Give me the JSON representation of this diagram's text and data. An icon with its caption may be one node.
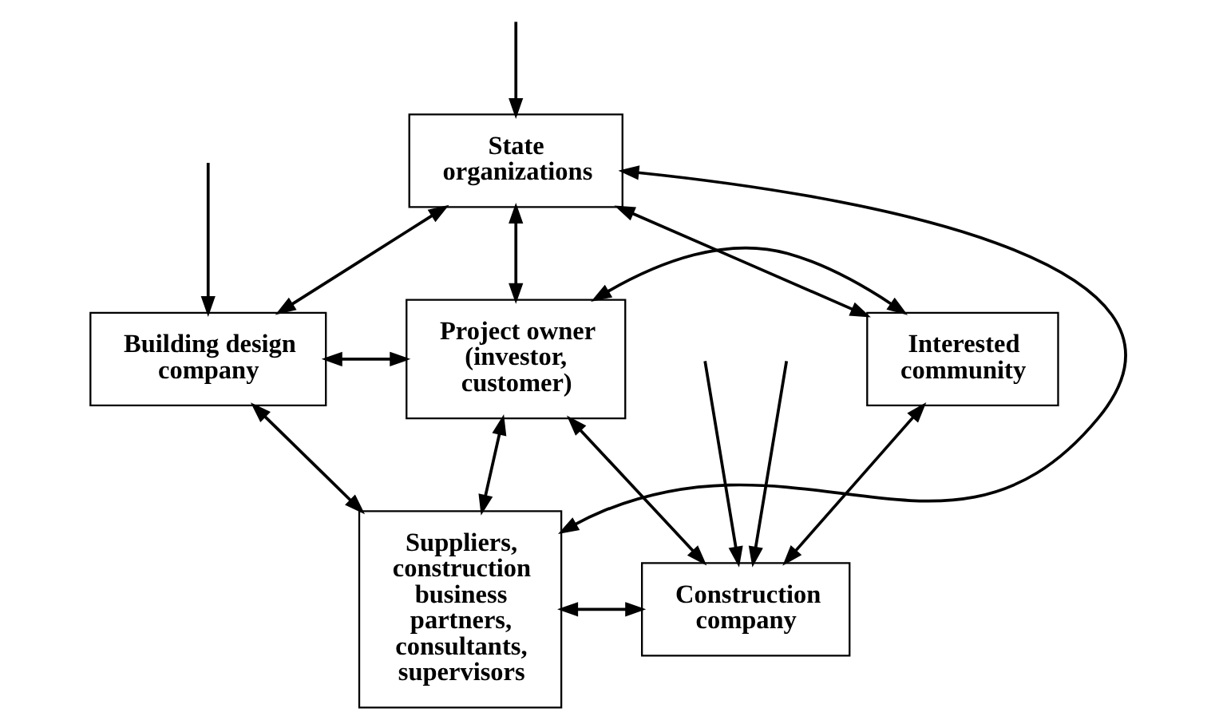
{
  "diagram": {
    "nodes": [
      {
        "text": [
          "State organizations"
        ]
      },
      {
        "text": [
          "Building design company"
        ]
      },
      {
        "text": [
          "Project owner (investor, customer)"
        ]
      },
      {
        "text": [
          "Interested community"
        ]
      },
      {
        "text": [
          "Suppliers, construction business partners, consultants, supervisors"
        ]
      },
      {
        "text": [
          "Construction company"
        ]
      }
    ],
    "edges": [
      {
        "from": 4,
        "to": 0,
        "arrow": "both"
      },
      {
        "from": null,
        "to": 0,
        "arrow": "to"
      },
      {
        "from": 0,
        "to": 1,
        "arrow": "both"
      },
      {
        "from": 0,
        "to": 2,
        "arrow": "both"
      },
      {
        "from": 0,
        "to": 3,
        "arrow": "both"
      },
      {
        "from": 1,
        "to": 2,
        "arrow": "both"
      },
      {
        "from": 2,
        "to": 3,
        "arrow": "both"
      },
      {
        "from": 1,
        "to": 4,
        "arrow": "both"
      },
      {
        "from": 2,
        "to": 4,
        "arrow": "both"
      },
      {
        "from": 2,
        "to": 5,
        "arrow": "both"
      },
      {
        "from": 3,
        "to": 5,
        "arrow": "both"
      },
      {
        "from": 4,
        "to": 5,
        "arrow": "both"
      },
      {
        "from": null,
        "to": 5,
        "arrow": "to"
      },
      {
        "from": null,
        "to": 1,
        "arrow": "to"
      },
      {
        "from": null,
        "to": 5,
        "arrow": "to"
      }
    ]
  }
}
